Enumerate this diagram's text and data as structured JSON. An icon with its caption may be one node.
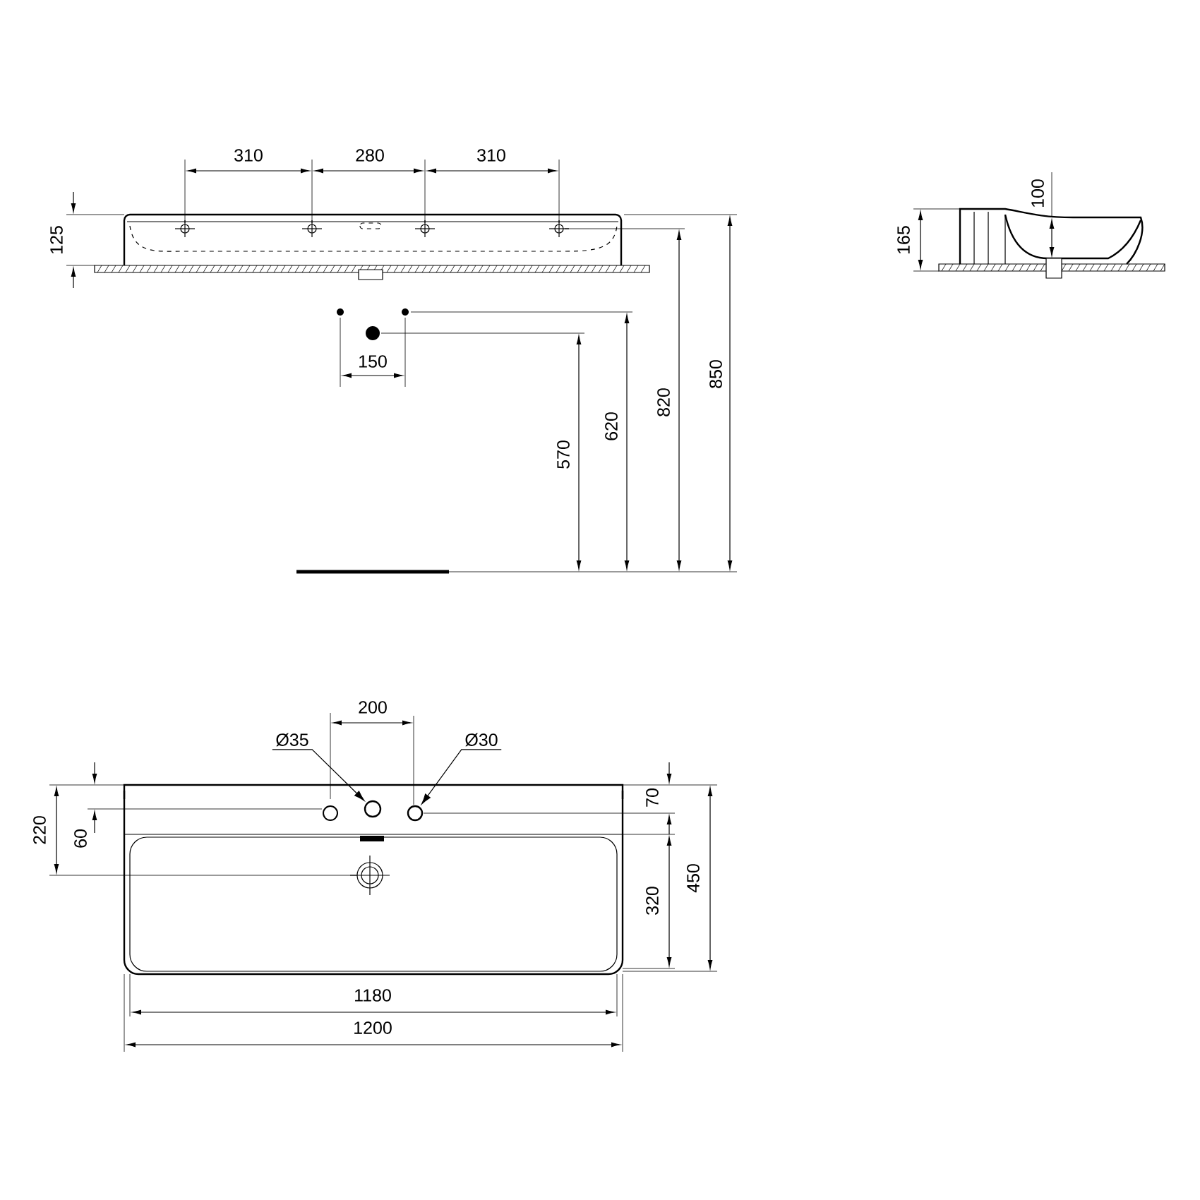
{
  "diagram": {
    "nodes": [
      {
        "text": [
          "Ø35"
        ]
      },
      {
        "text": [],
        "shape": "circle"
      },
      {
        "text": [
          "Ø30"
        ]
      },
      {
        "text": [],
        "shape": "circle"
      }
    ],
    "edges": [
      {
        "from": 0,
        "to": 1,
        "arrow": "to"
      },
      {
        "from": 2,
        "to": 3,
        "arrow": "to"
      }
    ],
    "labels": [
      "310",
      "280",
      "310",
      "125",
      "165",
      "100",
      "150",
      "570",
      "620",
      "820",
      "850",
      "200",
      "220",
      "60",
      "70",
      "320",
      "450",
      "1180",
      "1200"
    ]
  }
}
